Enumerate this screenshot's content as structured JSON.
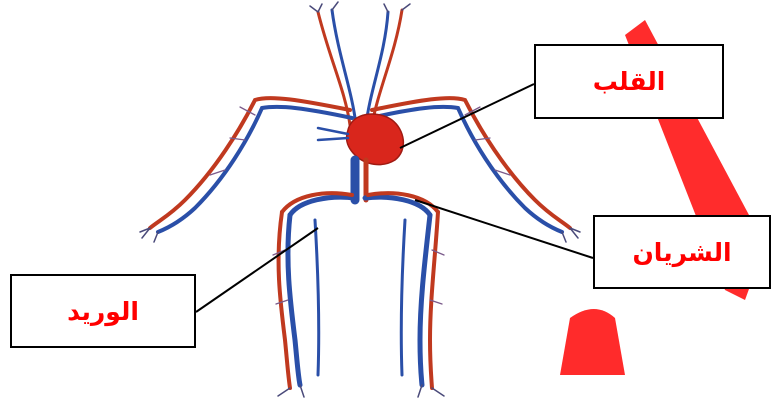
{
  "labels": {
    "heart": "القلب",
    "artery": "الشريان",
    "vein": "الوريد"
  },
  "colors": {
    "label_text": "#ff0000",
    "box_border": "#000000",
    "artery_red": "#c0391f",
    "vein_blue": "#2a4fa8",
    "heart_red": "#d9261c",
    "watermark": "#ff0000"
  }
}
